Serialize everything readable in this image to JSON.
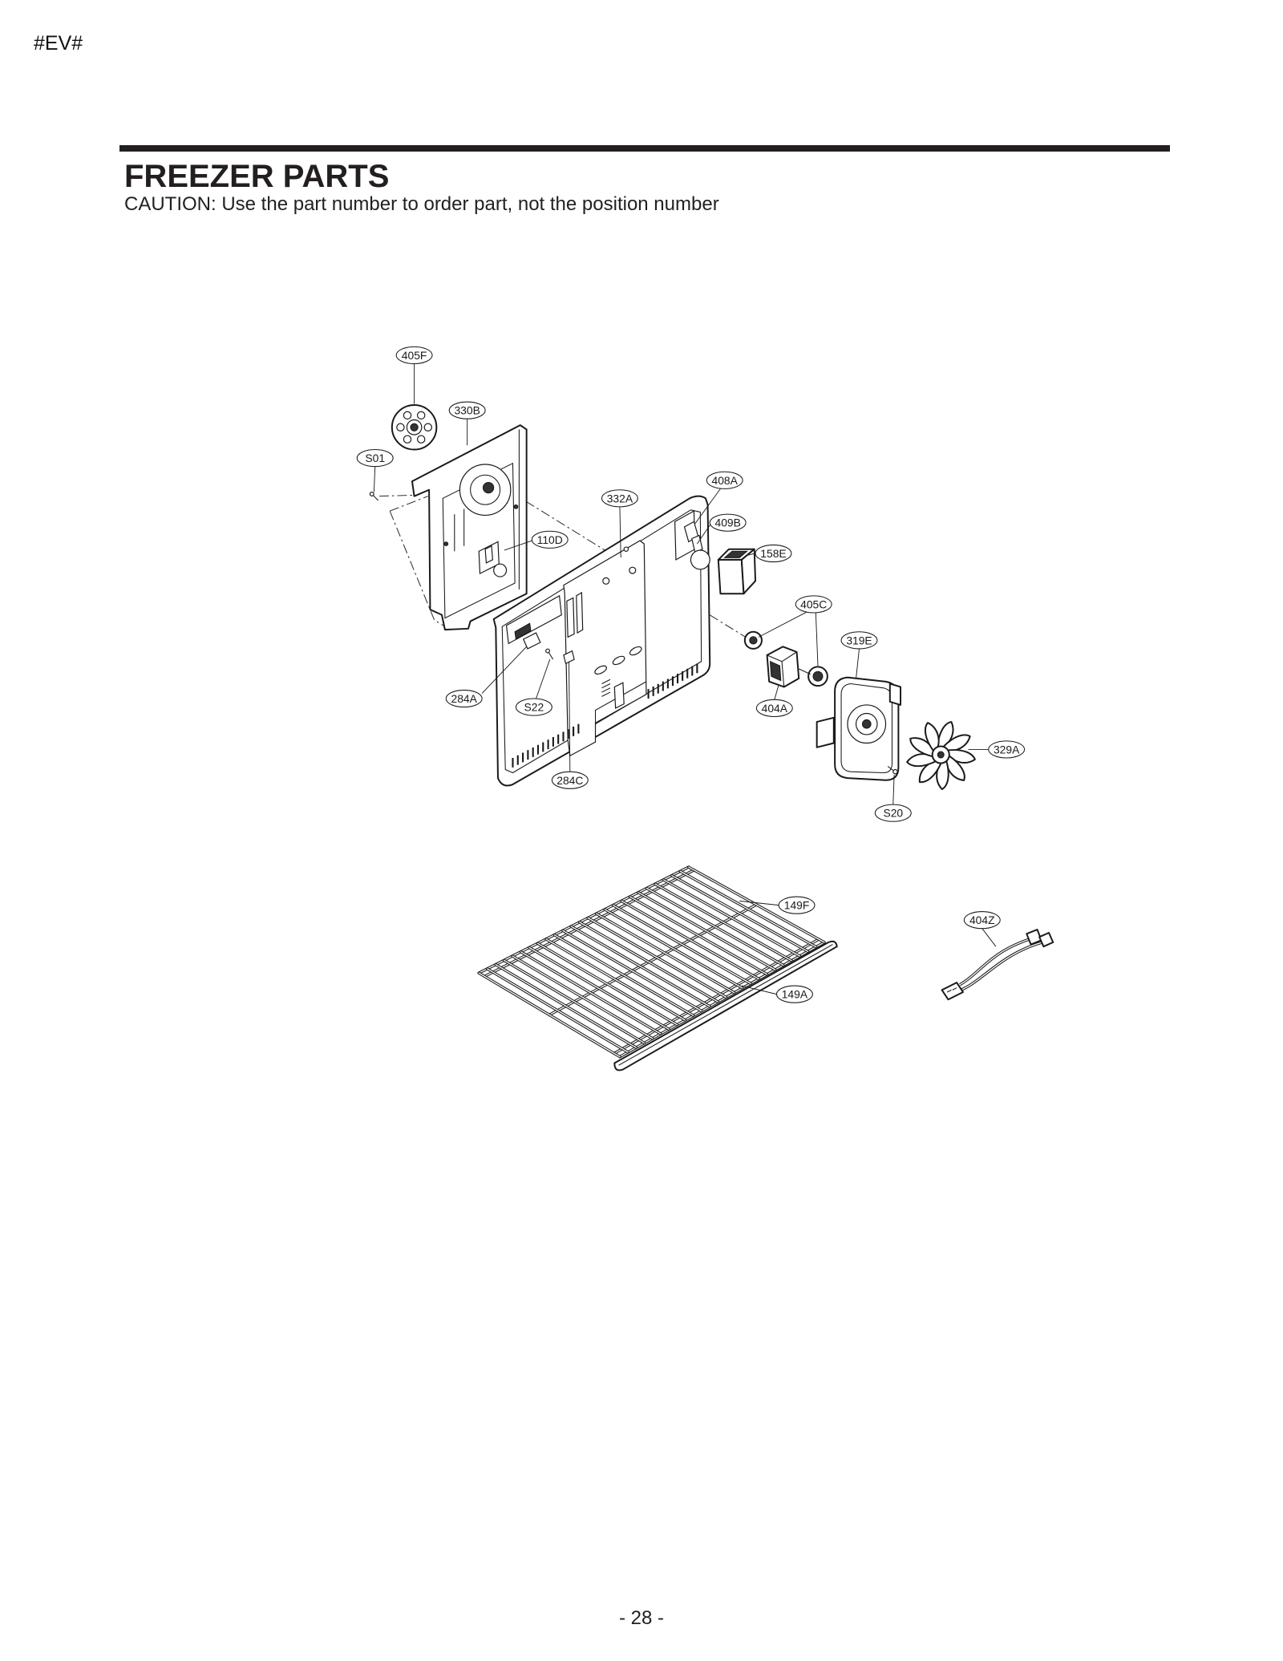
{
  "header": {
    "code": "#EV#",
    "title": "FREEZER PARTS",
    "caution": "CAUTION: Use the part number to order part, not the position number"
  },
  "diagram": {
    "callouts": [
      "405F",
      "330B",
      "S01",
      "332A",
      "408A",
      "409B",
      "110D",
      "158E",
      "405C",
      "319E",
      "284A",
      "S22",
      "404A",
      "329A",
      "284C",
      "S20",
      "149F",
      "404Z",
      "149A"
    ]
  },
  "footer": {
    "page_number": "- 28 -"
  }
}
